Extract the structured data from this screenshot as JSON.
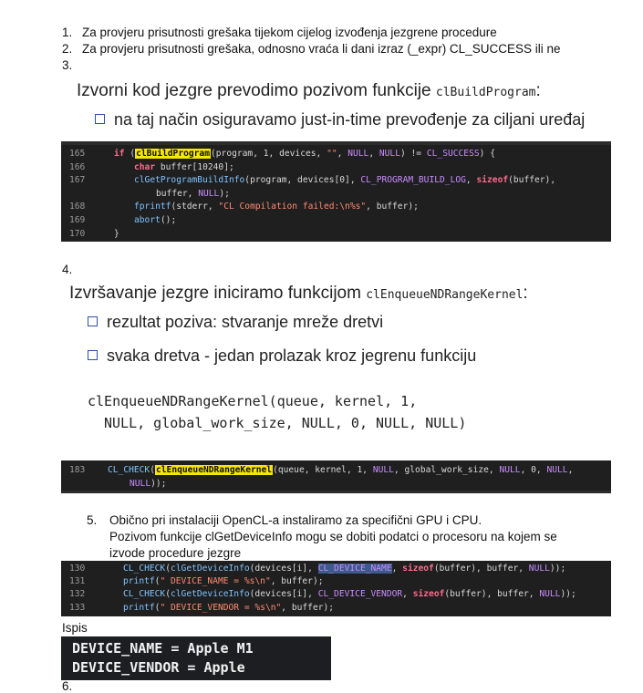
{
  "list": {
    "n1": "1.",
    "item1": "Za provjeru prisutnosti grešaka tijekom cijelog izvođenja jezgrene procedure",
    "n2": "2.",
    "item2": "Za provjeru prisutnosti grešaka, odnosno vraća li dani izraz (_expr) CL_SUCCESS ili ne",
    "n3": "3.",
    "n4": "4.",
    "n5": "5.",
    "item5_line1": "Obično pri instalaciji OpenCL-a instaliramo za specifični GPU i CPU.",
    "item5_line2": "Pozivom funkcije clGetDeviceInfo mogu se dobiti podatci o procesoru na kojem se",
    "item5_line3": "izvode procedure jezgre",
    "n6": "6."
  },
  "slide3": {
    "heading": "Izvorni kod jezgre prevodimo pozivom funkcije",
    "heading_code": "clBuildProgram",
    "heading_end": ":",
    "bullet": "na taj način osiguravamo just-in-time prevođenje za ciljani uređaj"
  },
  "code1": {
    "lines": [
      {
        "n": "165",
        "t": "if (clBuildProgram(program, 1, devices, \"\", NULL, NULL) != CL_SUCCESS) {"
      },
      {
        "n": "166",
        "t": "char buffer[10240];"
      },
      {
        "n": "167",
        "t": "clGetProgramBuildInfo(program, devices[0], CL_PROGRAM_BUILD_LOG, sizeof(buffer),"
      },
      {
        "n": "",
        "t": "buffer, NULL);"
      },
      {
        "n": "168",
        "t": "fprintf(stderr, \"CL Compilation failed:\\n%s\", buffer);"
      },
      {
        "n": "169",
        "t": "abort();"
      },
      {
        "n": "170",
        "t": "}"
      }
    ]
  },
  "slide4": {
    "heading": "Izvršavanje jezgre iniciramo funkcijom",
    "heading_code": "clEnqueueNDRangeKernel",
    "heading_end": ":",
    "bullet1": "rezultat poziva: stvaranje mreže dretvi",
    "bullet2": "svaka dretva - jedan prolazak kroz jegrenu funkciju",
    "code_line1": "clEnqueueNDRangeKernel(queue, kernel, 1,",
    "code_line2": "NULL, global_work_size, NULL, 0, NULL, NULL)"
  },
  "code2": {
    "n": "183",
    "line1": "CL_CHECK(clEnqueueNDRangeKernel(queue, kernel, 1, NULL, global_work_size, NULL, 0, NULL,",
    "line2": "NULL));"
  },
  "code3": {
    "lines": [
      {
        "n": "130",
        "t": "CL_CHECK(clGetDeviceInfo(devices[i], CL_DEVICE_NAME, sizeof(buffer), buffer, NULL));"
      },
      {
        "n": "131",
        "t": "printf(\"  DEVICE_NAME = %s\\n\", buffer);"
      },
      {
        "n": "132",
        "t": "CL_CHECK(clGetDeviceInfo(devices[i], CL_DEVICE_VENDOR, sizeof(buffer), buffer, NULL));"
      },
      {
        "n": "133",
        "t": "printf(\"  DEVICE_VENDOR = %s\\n\", buffer);"
      }
    ]
  },
  "output": {
    "label": "Ispis",
    "line1": "DEVICE_NAME = Apple M1",
    "line2": "DEVICE_VENDOR = Apple"
  }
}
